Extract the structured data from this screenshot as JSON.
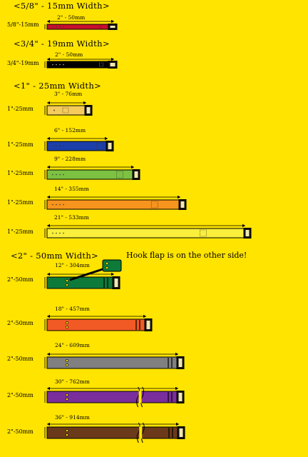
{
  "note": "Hook flap is on the other side!",
  "sections": [
    {
      "heading": "<5/8\" - 15mm Width>",
      "straps": [
        {
          "width_label": "5/8\"-15mm",
          "length": "2\" - 50mm",
          "color": "#C8102E",
          "tail_pattern": "dots"
        }
      ]
    },
    {
      "heading": "<3/4\" - 19mm Width>",
      "straps": [
        {
          "width_label": "3/4\"-19mm",
          "length": "2\" - 50mm",
          "color": "#000000",
          "tail_pattern": "dots"
        }
      ]
    },
    {
      "heading": "<1\" - 25mm Width>",
      "straps": [
        {
          "width_label": "1\"-25mm",
          "length": "3\" - 76mm",
          "color": "#F5CB5C",
          "tail_pattern": "dot-square"
        },
        {
          "width_label": "1\"-25mm",
          "length": "6\" - 152mm",
          "color": "#1C3FAA",
          "tail_pattern": "dots"
        },
        {
          "width_label": "1\"-25mm",
          "length": "9\" - 228mm",
          "color": "#7DC142",
          "tail_pattern": "dots"
        },
        {
          "width_label": "1\"-25mm",
          "length": "14\" - 355mm",
          "color": "#F7941D",
          "tail_pattern": "dots"
        },
        {
          "width_label": "1\"-25mm",
          "length": "21\" - 533mm",
          "color": "#F9EF3C",
          "tail_pattern": "dots"
        }
      ]
    },
    {
      "heading": "<2\" - 50mm Width>",
      "straps": [
        {
          "width_label": "2\"-50mm",
          "length": "12\" - 304mm",
          "color": "#0E7A3A",
          "tail_pattern": "grommets",
          "flap": true
        },
        {
          "width_label": "2\"-50mm",
          "length": "18\" - 457mm",
          "color": "#F15A24",
          "tail_pattern": "grommets"
        },
        {
          "width_label": "2\"-50mm",
          "length": "24\" - 609mm",
          "color": "#808080",
          "tail_pattern": "grommets"
        },
        {
          "width_label": "2\"-50mm",
          "length": "30\" - 762mm",
          "color": "#7A2E9C",
          "tail_pattern": "grommets",
          "break": true
        },
        {
          "width_label": "2\"-50mm",
          "length": "36\" - 914mm",
          "color": "#6B3A1A",
          "tail_pattern": "grommets",
          "break": true
        }
      ]
    }
  ]
}
